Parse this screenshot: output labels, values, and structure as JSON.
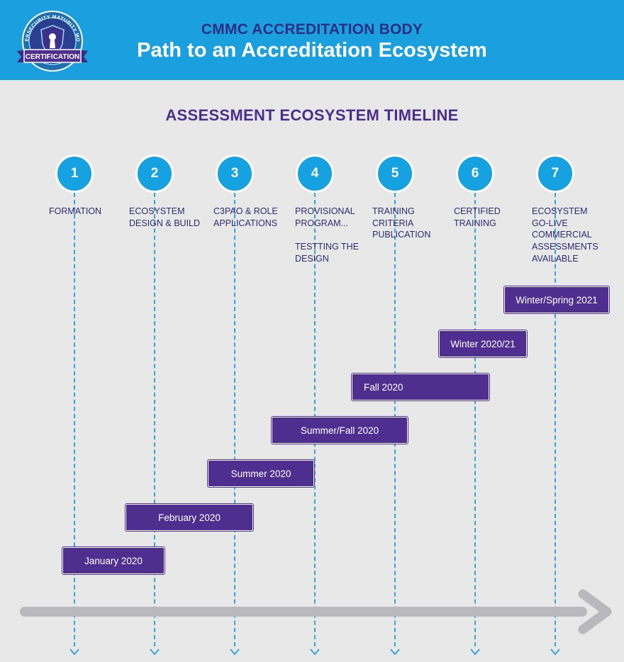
{
  "header": {
    "org": "CMMC ACCREDITATION BODY",
    "title": "Path to an Accreditation Ecosystem",
    "badge": {
      "ring_text": "CYBERSECURITY MATURITY MODEL",
      "ribbon_text": "CERTIFICATION",
      "icon": "shield-keyhole-icon"
    }
  },
  "timeline_title": "ASSESSMENT ECOSYSTEM TIMELINE",
  "steps": [
    {
      "number": "1",
      "label": "FORMATION"
    },
    {
      "number": "2",
      "label": "ECOSYSTEM\nDESIGN & BUILD"
    },
    {
      "number": "3",
      "label": "C3PAO & ROLE\nAPPLICATIONS"
    },
    {
      "number": "4",
      "label": "PROVISIONAL\nPROGRAM...\n\nTESTTING THE\nDESIGN"
    },
    {
      "number": "5",
      "label": "TRAINING\nCRITERIA\nPUBLICATION"
    },
    {
      "number": "6",
      "label": "CERTIFIED\nTRAINING"
    },
    {
      "number": "7",
      "label": "ECOSYSTEM\nGO-LIVE\nCOMMERCIAL\nASSESSMENTS\nAVAILABLE"
    }
  ],
  "periods": [
    {
      "label": "January 2020"
    },
    {
      "label": "February 2020"
    },
    {
      "label": "Summer 2020"
    },
    {
      "label": "Summer/Fall 2020"
    },
    {
      "label": "Fall 2020"
    },
    {
      "label": "Winter 2020/21"
    },
    {
      "label": "Winter/Spring 2021"
    }
  ],
  "colors": {
    "header_bg": "#1aa0de",
    "header_org": "#2d2e83",
    "accent_purple": "#4e2f8f",
    "step_blue": "#16a2e0",
    "dashed_line": "#34a3e0",
    "axis_gray": "#b9b8bc"
  }
}
